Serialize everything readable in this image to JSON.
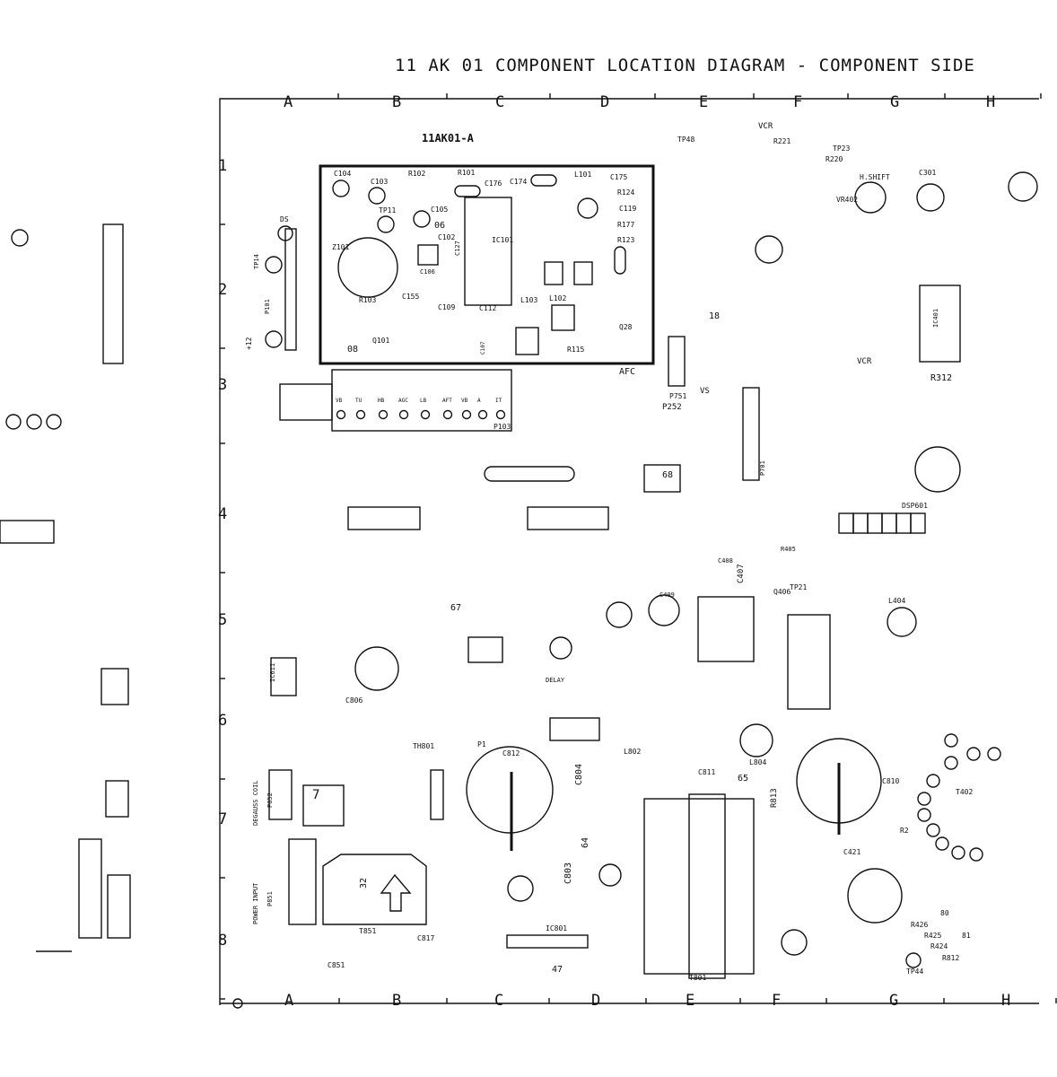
{
  "title": "11 AK 01 COMPONENT LOCATION DIAGRAM - COMPONENT SIDE",
  "board_label": "11AK01-A",
  "grid": {
    "columns": [
      "A",
      "B",
      "C",
      "D",
      "E",
      "F",
      "G",
      "H"
    ],
    "rows": [
      "1",
      "2",
      "3",
      "4",
      "5",
      "6",
      "7",
      "8"
    ]
  },
  "tuner_pins": [
    "VB",
    "TU",
    "HB",
    "AGC",
    "LB",
    "AFT",
    "VB",
    "A",
    "IT"
  ],
  "labels": [
    "DS",
    "TP14",
    "P101",
    "C104",
    "C103",
    "R102",
    "R101",
    "C176",
    "C174",
    "L101",
    "C175",
    "R124",
    "C119",
    "R177",
    "R123",
    "TP11",
    "C105",
    "06",
    "C102",
    "IC101",
    "Z101",
    "R103",
    "C155",
    "C109",
    "C112",
    "L103",
    "R115",
    "08",
    "Q101",
    "L102",
    "Q28",
    "TP48",
    "VCR",
    "R221",
    "TP23",
    "R220",
    "H.SHIFT",
    "VR402",
    "C301",
    "P751",
    "P252",
    "VS",
    "AFC",
    "P103",
    "VCR",
    "R312",
    "IC401",
    "DSP601",
    "C407",
    "Q406",
    "TP21",
    "L404",
    "C806",
    "IC611",
    "L802",
    "C812",
    "C804",
    "C803",
    "IC801",
    "TH801",
    "P1",
    "L804",
    "T801",
    "C811",
    "R813",
    "C421",
    "R2",
    "T402",
    "C810",
    "DEGAUSS COIL",
    "P852",
    "T851",
    "POWER INPUT",
    "P851",
    "C851",
    "C817",
    "TP44",
    "R425",
    "R424",
    "R426",
    "R812",
    "80",
    "81",
    "47",
    "65",
    "64",
    "32",
    "7",
    "67",
    "68",
    "18",
    "P701",
    "+12",
    "C127",
    "C106",
    "C107",
    "DELAY",
    "C409",
    "C408",
    "R405"
  ]
}
